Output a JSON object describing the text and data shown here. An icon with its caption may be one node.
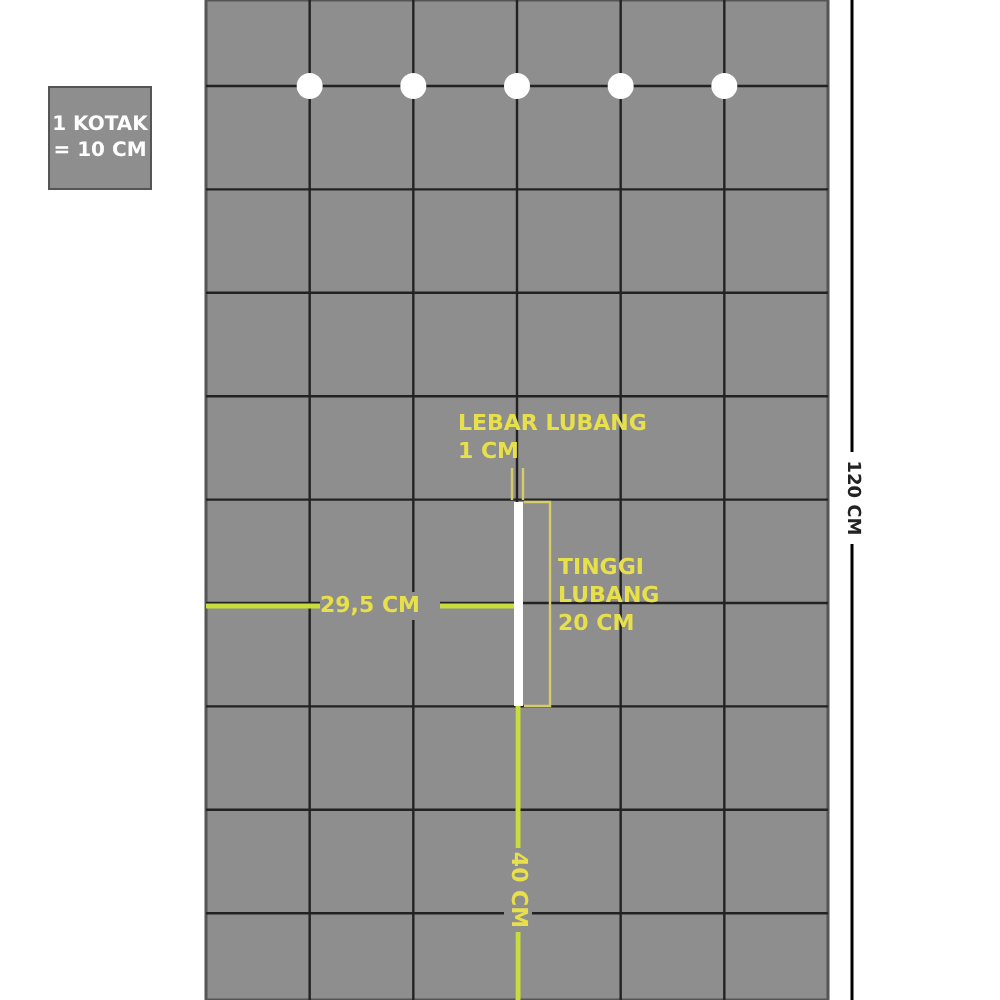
{
  "diagram": {
    "nodes": [
      {
        "text": [
          "1 KOTAK = 10 CM"
        ]
      }
    ],
    "labels": [
      "LEBAR LUBANG 1 CM",
      "120 CM",
      "TINGGI LUBANG 20 CM",
      "29,5 CM",
      "40 CM"
    ]
  }
}
